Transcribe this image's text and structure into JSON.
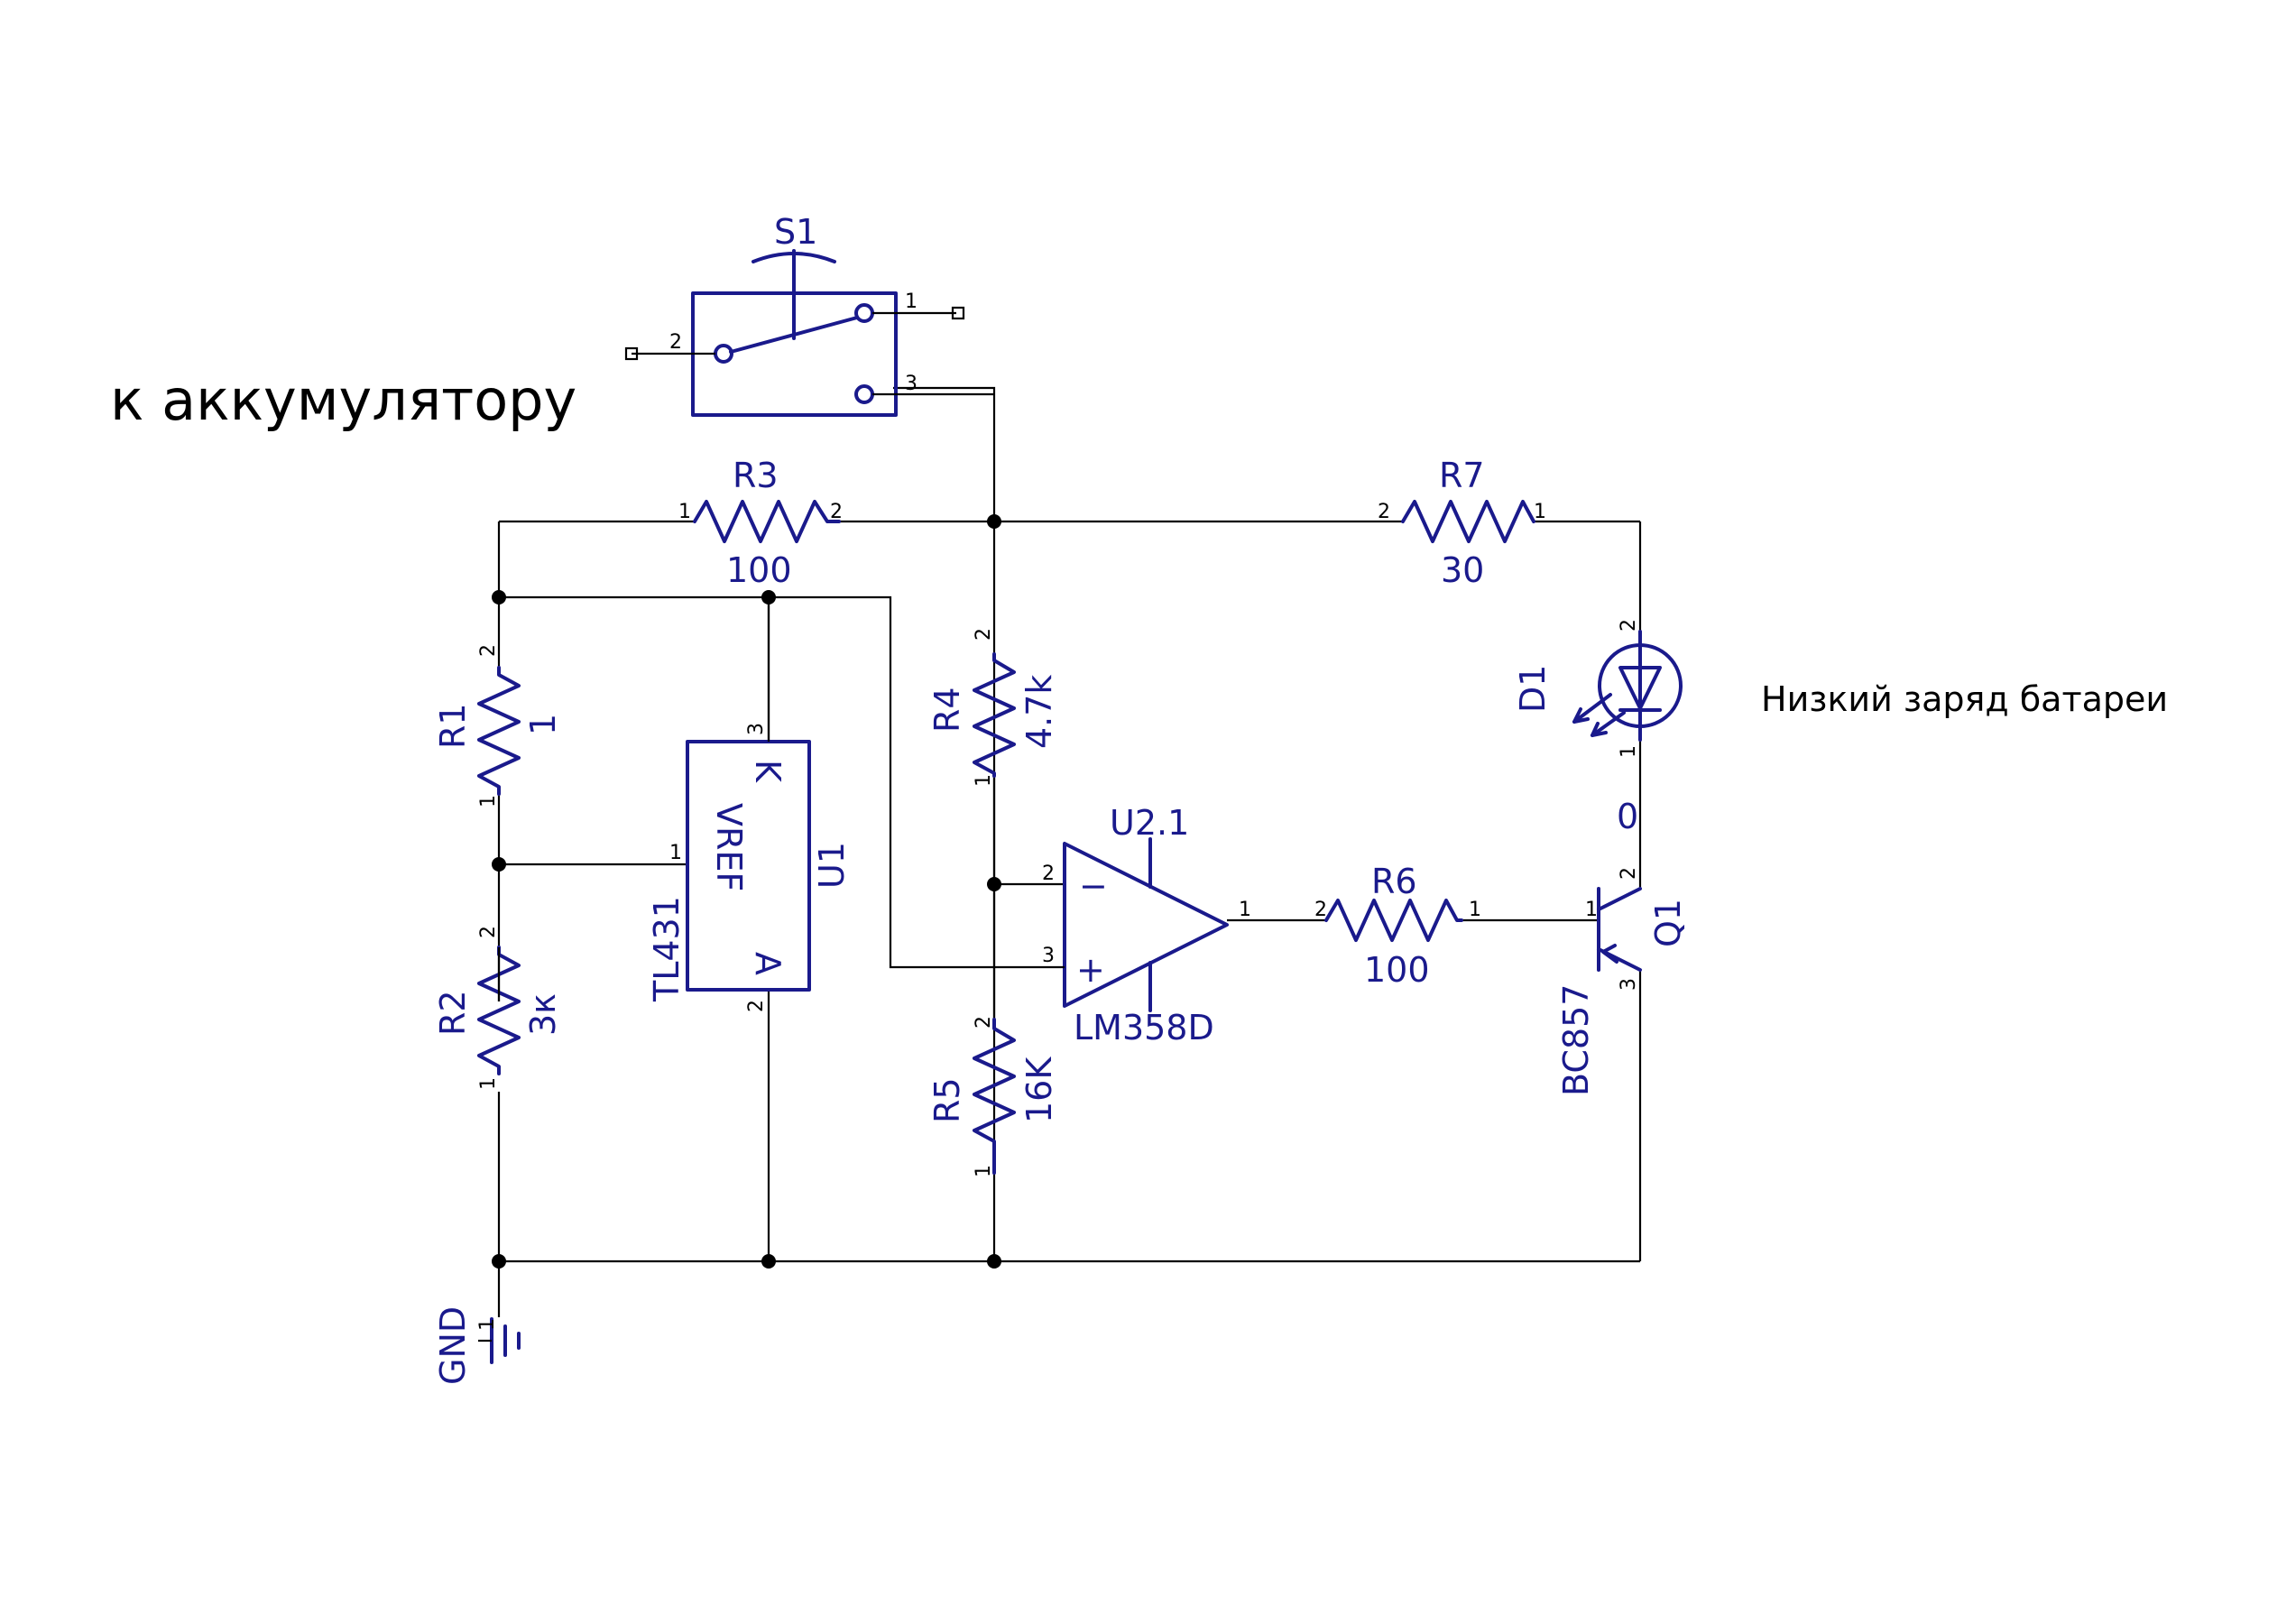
{
  "notes": {
    "battery": "к аккумулятору",
    "low_battery": "Низкий заряд батареи"
  },
  "switch": {
    "ref": "S1",
    "pins": [
      "1",
      "2",
      "3"
    ]
  },
  "r3": {
    "ref": "R3",
    "value": "100",
    "pin1": "1",
    "pin2": "2"
  },
  "r7": {
    "ref": "R7",
    "value": "30",
    "pin1": "1",
    "pin2": "2"
  },
  "r1": {
    "ref": "R1",
    "value": "1",
    "pin1": "1",
    "pin2": "2"
  },
  "r2": {
    "ref": "R2",
    "value": "3к",
    "pin1": "1",
    "pin2": "2"
  },
  "r4": {
    "ref": "R4",
    "value": "4.7k",
    "pin1": "1",
    "pin2": "2"
  },
  "r5": {
    "ref": "R5",
    "value": "16K",
    "pin1": "1",
    "pin2": "2"
  },
  "r6": {
    "ref": "R6",
    "value": "100",
    "pin1": "1",
    "pin2": "2"
  },
  "u1": {
    "ref": "U1",
    "name": "VREF",
    "part": "TL431",
    "k": "K",
    "a": "A",
    "pin1": "1",
    "pin2": "2",
    "pin3": "3"
  },
  "u2": {
    "ref": "U2.1",
    "part": "LM358D",
    "minus": "−",
    "plus": "+",
    "pin1": "1",
    "pin2": "2",
    "pin3": "3"
  },
  "d1": {
    "ref": "D1",
    "pin1": "1",
    "pin2": "2"
  },
  "q1": {
    "ref": "Q1",
    "part": "BC857",
    "pin1": "1",
    "pin2": "2",
    "pin3": "3"
  },
  "gnd": {
    "ref": "GND",
    "pin": "1"
  },
  "net": {
    "led_label": "0"
  },
  "colors": {
    "symbol": "#1a1a8c",
    "wire": "#000000",
    "background": "#ffffff"
  }
}
